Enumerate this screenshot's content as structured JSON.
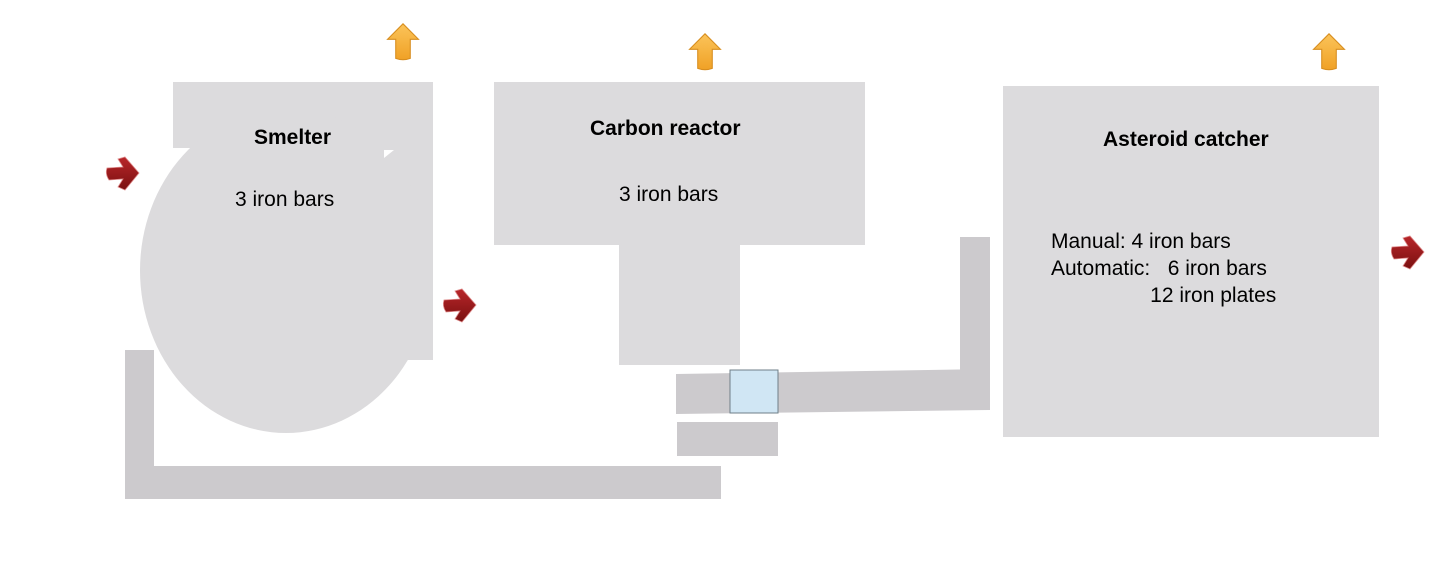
{
  "diagram": {
    "nodes": [
      {
        "id": "smelter",
        "title": "Smelter",
        "cost_lines": [
          "3 iron bars"
        ]
      },
      {
        "id": "carbon-reactor",
        "title": "Carbon reactor",
        "cost_lines": [
          "3 iron bars"
        ]
      },
      {
        "id": "asteroid-catcher",
        "title": "Asteroid catcher",
        "cost_lines": [
          "Manual: 4 iron bars",
          "Automatic:   6 iron bars",
          "                 12 iron plates"
        ]
      }
    ],
    "connector": {
      "label": ""
    },
    "colors": {
      "block": "#dcdbdd",
      "pipe": "#cccacd",
      "connector_fill": "#d0e6f4",
      "output_arrow": "#f5b03a",
      "input_arrow": "#9b1b1b"
    },
    "arrows": [
      {
        "name": "smelter-up-arrow",
        "direction": "up",
        "kind": "output"
      },
      {
        "name": "carbon-reactor-up-arrow",
        "direction": "up",
        "kind": "output"
      },
      {
        "name": "asteroid-catcher-up-arrow",
        "direction": "up",
        "kind": "output"
      },
      {
        "name": "smelter-input-arrow",
        "direction": "right",
        "kind": "input"
      },
      {
        "name": "smelter-output-arrow",
        "direction": "right",
        "kind": "input"
      },
      {
        "name": "asteroid-catcher-right-arrow",
        "direction": "right",
        "kind": "input"
      }
    ]
  }
}
